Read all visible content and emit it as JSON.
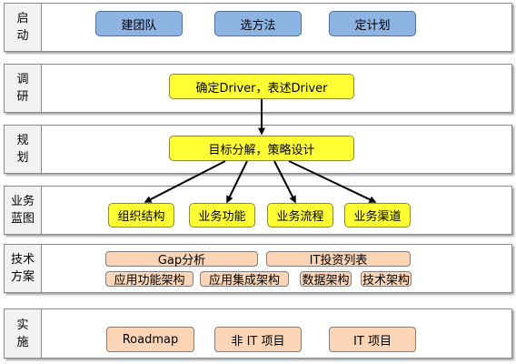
{
  "lanes": [
    {
      "label_lines": [
        "启",
        "动"
      ]
    },
    {
      "label_lines": [
        "调",
        "研"
      ]
    },
    {
      "label_lines": [
        "规",
        "划"
      ]
    },
    {
      "label_lines": [
        "业务",
        "蓝图"
      ]
    },
    {
      "label_lines": [
        "技术",
        "方案"
      ]
    },
    {
      "label_lines": [
        "实",
        "施"
      ]
    }
  ],
  "startup": {
    "build_team": "建团队",
    "choose_method": "选方法",
    "make_plan": "定计划"
  },
  "research": {
    "driver": "确定Driver，表述Driver"
  },
  "planning": {
    "goals": "目标分解，策略设计"
  },
  "blueprint": {
    "org": "组织结构",
    "function": "业务功能",
    "process": "业务流程",
    "channel": "业务渠道"
  },
  "tech": {
    "gap": "Gap分析",
    "it_invest": "IT投资列表",
    "app_func": "应用功能架构",
    "app_integration": "应用集成架构",
    "data_arch": "数据架构",
    "tech_arch": "技术架构"
  },
  "implement": {
    "roadmap": "Roadmap",
    "non_it": "非 IT 项目",
    "it": "IT 项目"
  },
  "colors": {
    "blue_box": "#8eb4e3",
    "yellow_box": "#ffff33",
    "peach_box": "#fbd5b5",
    "lane_label_bg": "#f2f2f2"
  }
}
